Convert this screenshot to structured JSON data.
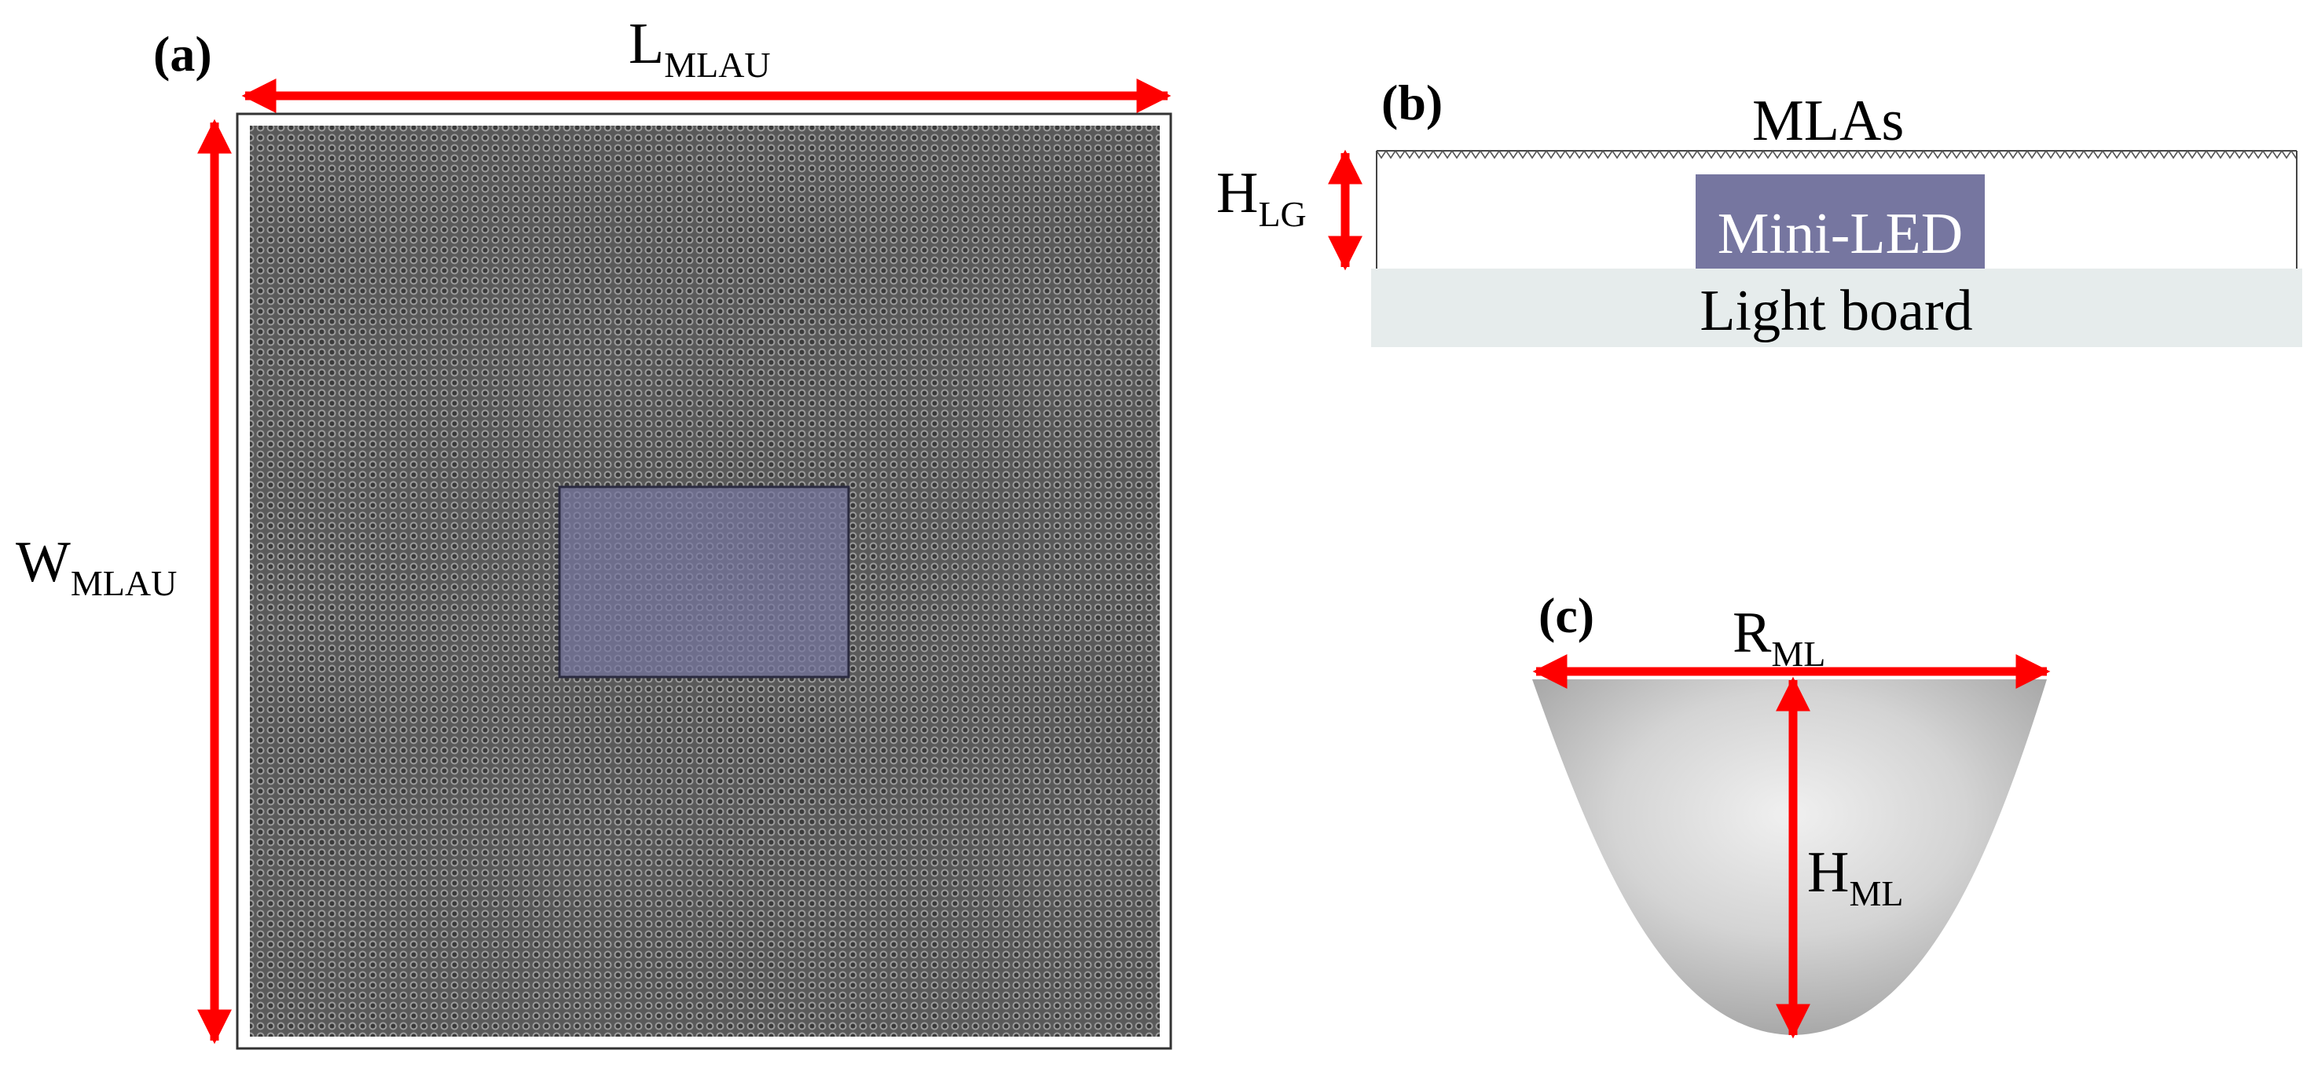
{
  "panels": {
    "a": {
      "label": "(a)",
      "length_symbol": "L",
      "length_subscript": "MLAU",
      "width_symbol": "W",
      "width_subscript": "MLAU"
    },
    "b": {
      "label": "(b)",
      "mla_label": "MLAs",
      "height_symbol": "H",
      "height_subscript": "LG",
      "led_label": "Mini-LED",
      "board_label": "Light board"
    },
    "c": {
      "label": "(c)",
      "radius_symbol": "R",
      "radius_subscript": "ML",
      "height_symbol": "H",
      "height_subscript": "ML"
    }
  },
  "colors": {
    "arrow": "#ff0000",
    "led_fill": "#7676a0",
    "board_fill": "#e6ecec",
    "array_fill": "#4a4a4a",
    "lens_light": "#f0f0f0",
    "lens_dark": "#a8a8a8"
  }
}
